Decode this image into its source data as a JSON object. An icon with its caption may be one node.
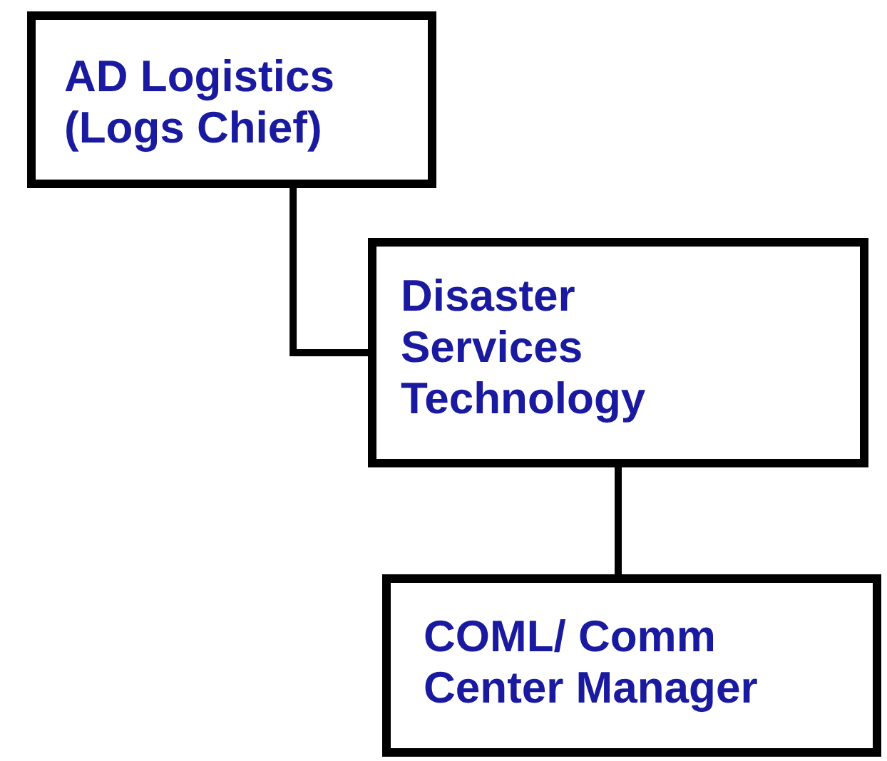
{
  "diagram": {
    "nodes": [
      {
        "text": [
          "AD Logistics (Logs Chief)"
        ]
      },
      {
        "text": [
          "Disaster Services Technology"
        ]
      },
      {
        "text": [
          "COML/ Comm Center Manager"
        ]
      }
    ],
    "edges": [
      {
        "from": 0,
        "to": 1,
        "arrow": "none"
      },
      {
        "from": 1,
        "to": 2,
        "arrow": "none"
      }
    ]
  }
}
